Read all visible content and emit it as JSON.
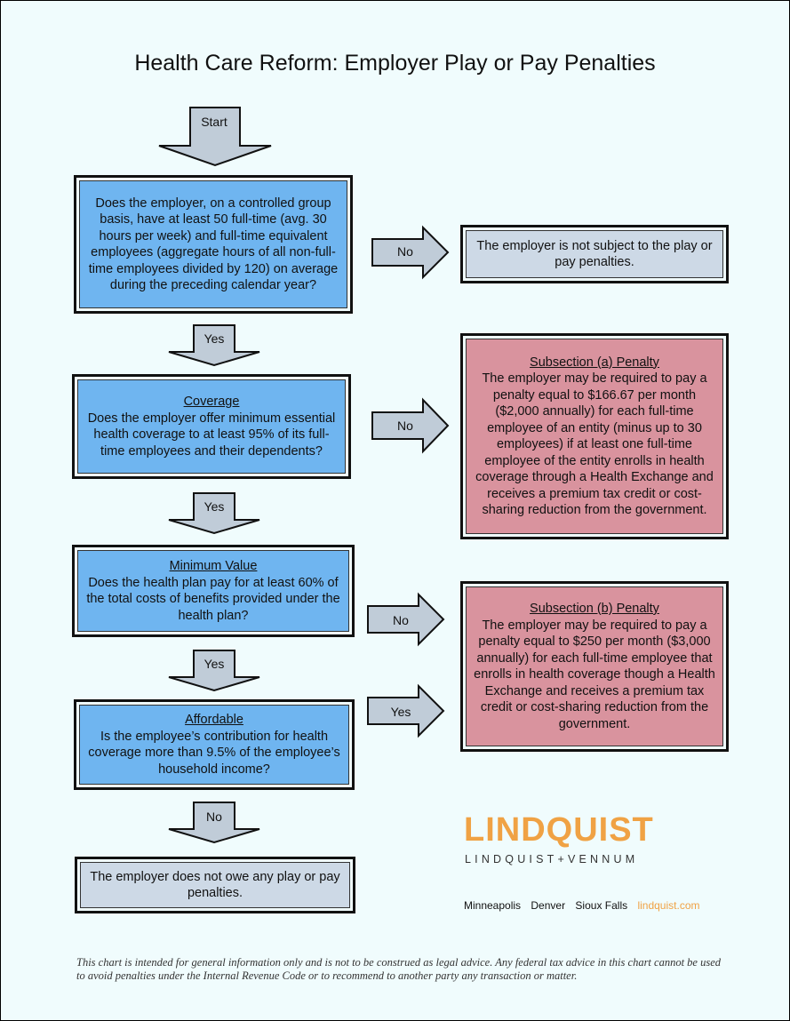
{
  "title": "Health Care Reform: Employer Play or Pay Penalties",
  "start_label": "Start",
  "q1": {
    "text": "Does the employer, on a controlled group basis, have at least 50 full-time (avg. 30 hours per week) and full-time equivalent employees (aggregate hours of all non-full-time employees divided by 120) on average during the preceding calendar year?"
  },
  "not_subject": {
    "text": "The employer is not subject to the play or pay penalties."
  },
  "q2": {
    "heading": "Coverage",
    "text": "Does the employer offer minimum essential health coverage to at least 95% of its full-time employees and their dependents?"
  },
  "penalty_a": {
    "heading": "Subsection (a) Penalty",
    "text": "The employer may be required to pay a penalty equal to $166.67 per month ($2,000 annually) for each full-time employee of an entity (minus up to 30 employees) if at least one full-time employee of the entity enrolls in health coverage through a Health Exchange and receives a premium tax credit or cost-sharing reduction from the government."
  },
  "q3": {
    "heading": "Minimum Value",
    "text": "Does the health plan pay for at least 60% of the total costs of benefits provided under the health plan?"
  },
  "penalty_b": {
    "heading": "Subsection (b) Penalty",
    "text": "The employer may be required to pay a penalty equal to $250 per month ($3,000 annually) for each full-time employee that enrolls in health coverage though a Health Exchange and receives a premium tax credit or cost-sharing reduction from the government."
  },
  "q4": {
    "heading": "Affordable",
    "text": "Is the employee’s contribution for health coverage more than 9.5% of the employee’s household income?"
  },
  "no_penalty": {
    "text": "The employer does not owe any play or pay penalties."
  },
  "labels": {
    "q1_no": "No",
    "q1_yes": "Yes",
    "q2_no": "No",
    "q2_yes": "Yes",
    "q3_no": "No",
    "q3_yes": "Yes",
    "q4_yes": "Yes",
    "q4_no": "No"
  },
  "logo": {
    "main": "LINDQUIST",
    "sub": "LINDQUIST+VENNUM"
  },
  "offices": [
    "Minneapolis",
    "Denver",
    "Sioux Falls"
  ],
  "website": "lindquist.com",
  "disclaimer": "This chart is intended for general information only and is not to be construed as legal advice. Any federal tax advice in this chart cannot be used to avoid  penalties under the Internal Revenue Code or to recommend to another party any transaction or matter.",
  "colors": {
    "question_fill": "#6fb5f0",
    "outcome_fill": "#cdd9e6",
    "penalty_fill": "#d9939e",
    "arrow_fill": "#c0ccd8",
    "logo_orange": "#f0a244"
  }
}
